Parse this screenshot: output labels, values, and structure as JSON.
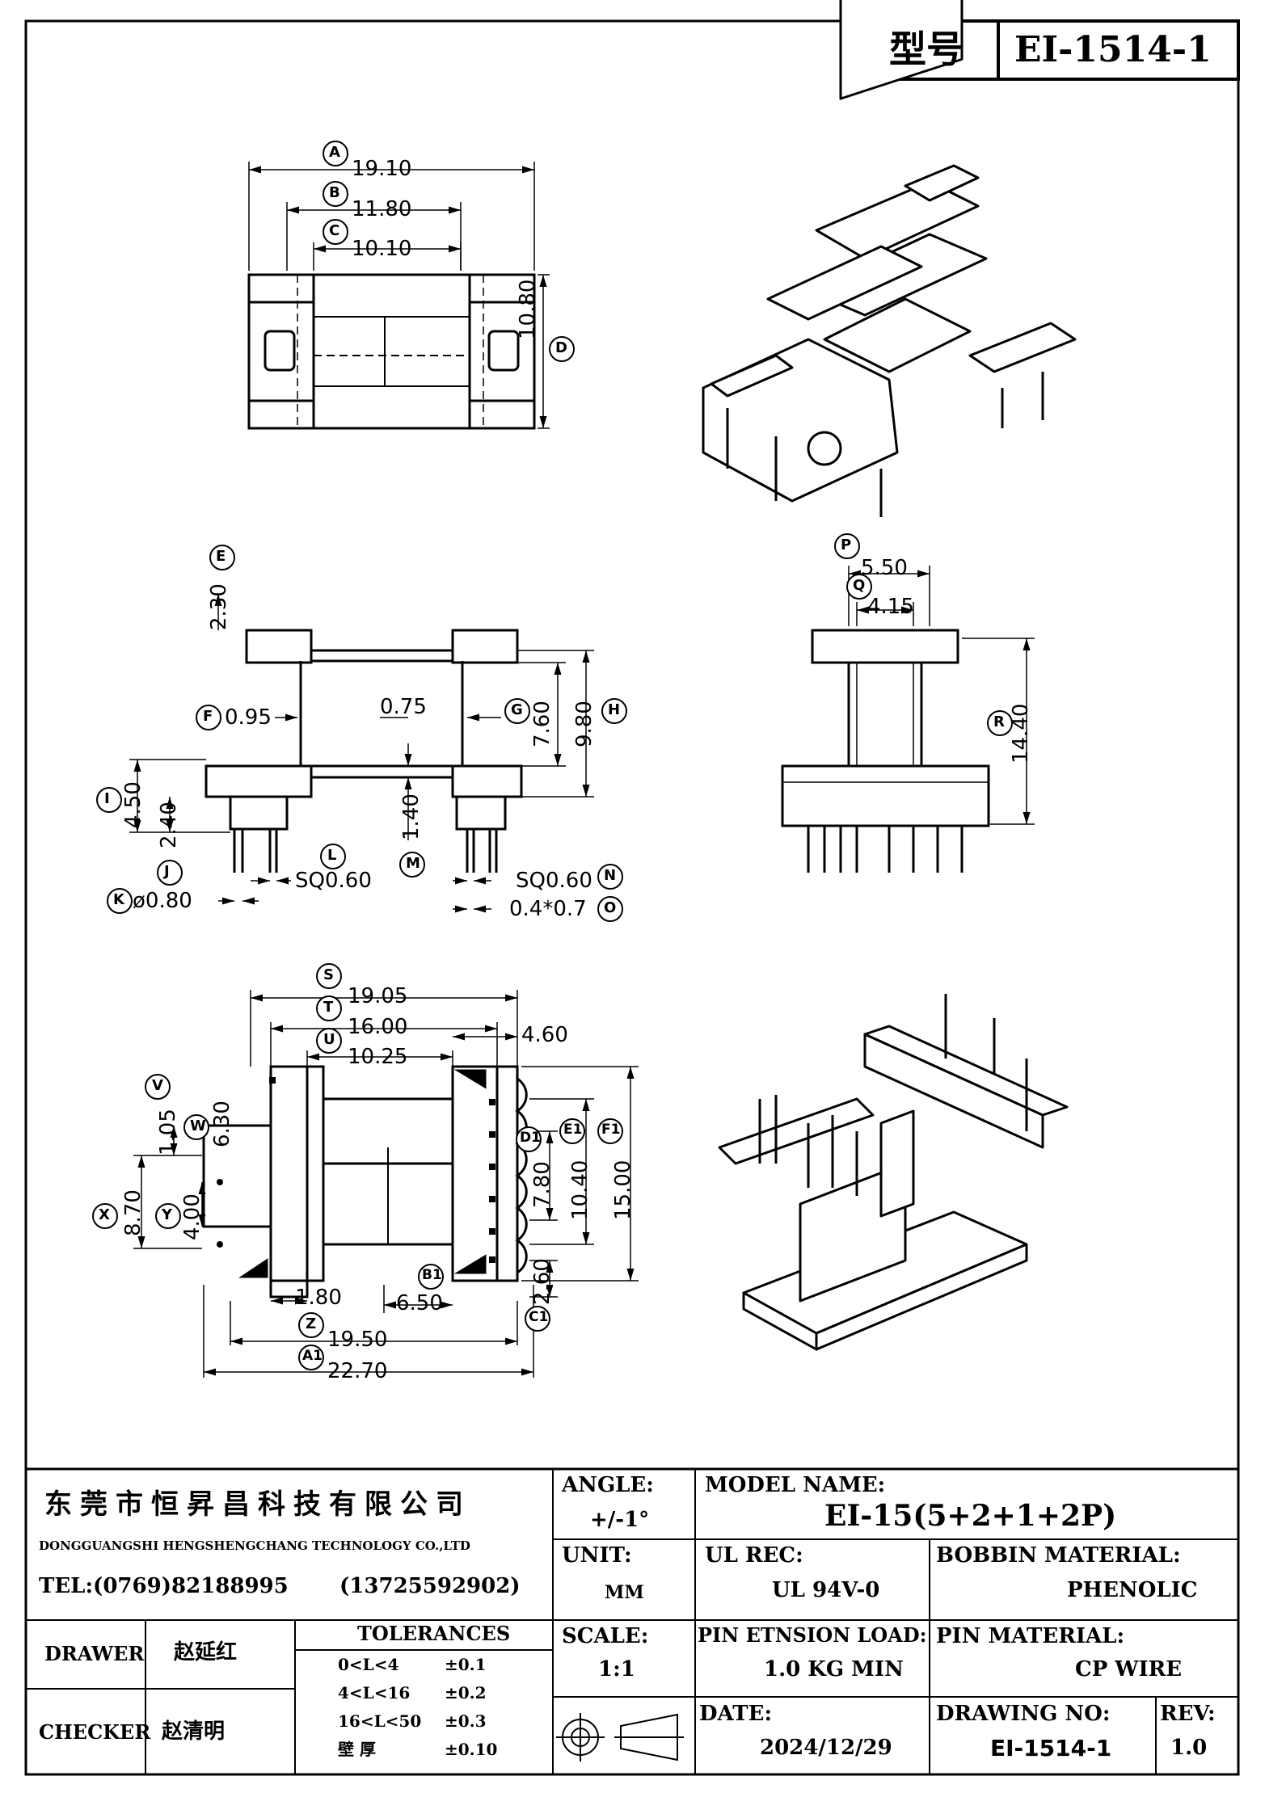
{
  "header": {
    "type_label": "型号",
    "part_no": "EI-1514-1"
  },
  "top_view": {
    "A": {
      "tag": "A",
      "value": "19.10"
    },
    "B": {
      "tag": "B",
      "value": "11.80"
    },
    "C": {
      "tag": "C",
      "value": "10.10"
    },
    "D": {
      "tag": "D",
      "value": "10.80"
    }
  },
  "side_view": {
    "E": {
      "tag": "E",
      "value": "2.30"
    },
    "F": {
      "tag": "F",
      "value": "0.95"
    },
    "G": {
      "tag": "G",
      "value": "7.60"
    },
    "H": {
      "tag": "H",
      "value": "9.80"
    },
    "I": {
      "tag": "I",
      "value": "4.50"
    },
    "J": {
      "tag": "J",
      "value": "2.40"
    },
    "K": {
      "tag": "K",
      "value": "ø0.80"
    },
    "L": {
      "tag": "L",
      "value": "SQ0.60"
    },
    "M": {
      "tag": "M",
      "value": "1.40"
    },
    "N": {
      "tag": "N",
      "value": "SQ0.60"
    },
    "O": {
      "tag": "O",
      "value": "0.4*0.7"
    },
    "mid": "0.75"
  },
  "end_view": {
    "P": {
      "tag": "P",
      "value": "5.50"
    },
    "Q": {
      "tag": "Q",
      "value": "4.15"
    },
    "R": {
      "tag": "R",
      "value": "14.40"
    }
  },
  "bottom_view": {
    "S": {
      "tag": "S",
      "value": "19.05"
    },
    "T": {
      "tag": "T",
      "value": "16.00"
    },
    "U": {
      "tag": "U",
      "value": "10.25"
    },
    "right_top": "4.60",
    "V": {
      "tag": "V",
      "value": "1.05"
    },
    "W": {
      "tag": "W",
      "value": "6.30"
    },
    "X": {
      "tag": "X",
      "value": "8.70"
    },
    "Y": {
      "tag": "Y",
      "value": "4.00"
    },
    "D1": {
      "tag": "D1",
      "value": "7.80"
    },
    "E1": {
      "tag": "E1",
      "value": "10.40"
    },
    "F1": {
      "tag": "F1",
      "value": "15.00"
    },
    "B1": {
      "tag": "B1",
      "value": "6.50"
    },
    "C1": {
      "tag": "C1",
      "value": "2.60"
    },
    "pin_w": "1.80",
    "Z": {
      "tag": "Z",
      "value": "19.50"
    },
    "A1": {
      "tag": "A1",
      "value": "22.70"
    }
  },
  "title_block": {
    "company_cn": "东莞市恒昇昌科技有限公司",
    "company_en": "DONGGUANGSHI HENGSHENGCHANG TECHNOLOGY CO.,LTD",
    "tel": "TEL:(0769)82188995",
    "mobile": "(13725592902)",
    "drawer_label": "DRAWER",
    "drawer_name": "赵延红",
    "checker_label": "CHECKER",
    "checker_name": "赵清明",
    "tolerances_label": "TOLERANCES",
    "tolerances": [
      {
        "range": "0<L<4",
        "tol": "±0.1"
      },
      {
        "range": "4<L<16",
        "tol": "±0.2"
      },
      {
        "range": "16<L<50",
        "tol": "±0.3"
      },
      {
        "range": "壁  厚",
        "tol": "±0.10"
      }
    ],
    "angle_label": "ANGLE:",
    "angle_value": "+/-1°",
    "unit_label": "UNIT:",
    "unit_value": "MM",
    "scale_label": "SCALE:",
    "scale_value": "1:1",
    "model_label": "MODEL NAME:",
    "model_value": "EI-15(5+2+1+2P)",
    "ul_label": "UL REC:",
    "ul_value": "UL 94V-0",
    "bobbin_label": "BOBBIN MATERIAL:",
    "bobbin_value": "PHENOLIC",
    "pin_load_label": "PIN ETNSION LOAD:",
    "pin_load_value": "1.0 KG MIN",
    "pin_mat_label": "PIN MATERIAL:",
    "pin_mat_value": "CP WIRE",
    "date_label": "DATE:",
    "date_value": "2024/12/29",
    "drawing_label": "DRAWING NO:",
    "drawing_value": "EI-1514-1",
    "rev_label": "REV:",
    "rev_value": "1.0"
  }
}
